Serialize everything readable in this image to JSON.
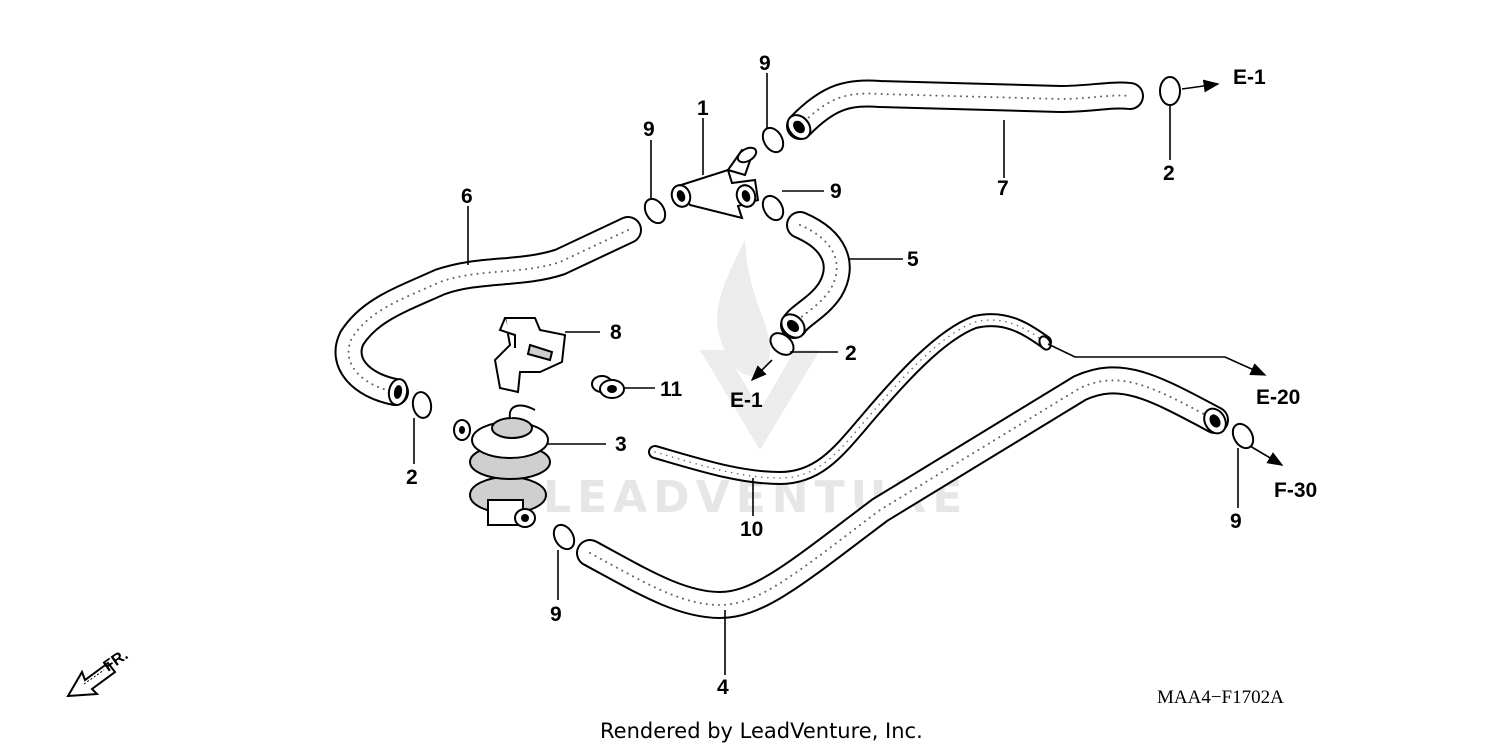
{
  "diagram": {
    "drawing_code": "MAA4−F1702A",
    "credit": "Rendered by LeadVenture, Inc.",
    "watermark": "LEADVENTURE",
    "direction_label": "FR.",
    "callouts": {
      "c1": "1",
      "c2a": "2",
      "c2b": "2",
      "c2c": "2",
      "c3": "3",
      "c4": "4",
      "c5": "5",
      "c6": "6",
      "c7": "7",
      "c8": "8",
      "c9a": "9",
      "c9b": "9",
      "c9c": "9",
      "c9d": "9",
      "c9e": "9",
      "c10": "10",
      "c11": "11"
    },
    "references": {
      "e1_top": "E-1",
      "e1_mid": "E-1",
      "e20": "E-20",
      "f30": "F-30"
    }
  }
}
